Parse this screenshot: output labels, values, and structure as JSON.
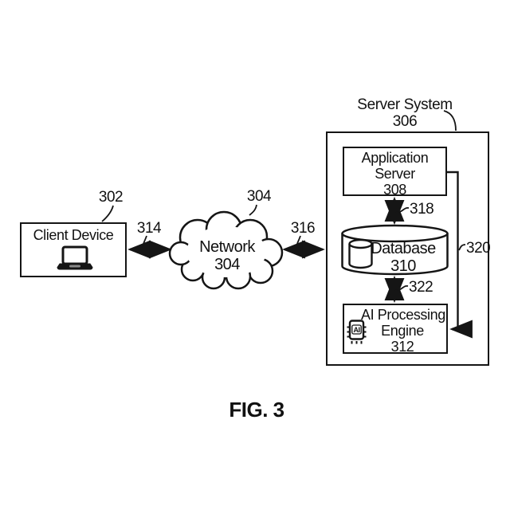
{
  "figure": {
    "caption": "FIG. 3",
    "nodes": {
      "client_device": {
        "label": "Client Device",
        "ref": "302"
      },
      "network": {
        "label": "Network",
        "ref": "304"
      },
      "server_system": {
        "label": "Server System",
        "ref": "306"
      },
      "application_server": {
        "lines": [
          "Application",
          "Server"
        ],
        "ref": "308"
      },
      "database": {
        "label": "Database",
        "ref": "310"
      },
      "ai_engine": {
        "lines": [
          "AI Processing",
          "Engine"
        ],
        "ref": "312",
        "chip_text": "AI"
      }
    },
    "connections": {
      "client_to_network": {
        "ref": "314"
      },
      "network_to_server": {
        "ref": "316"
      },
      "appserver_to_database": {
        "ref": "318"
      },
      "appserver_to_aiengine": {
        "ref": "320"
      },
      "database_to_aiengine": {
        "ref": "322"
      }
    },
    "colors": {
      "ink": "#151515",
      "background": "#ffffff"
    }
  }
}
